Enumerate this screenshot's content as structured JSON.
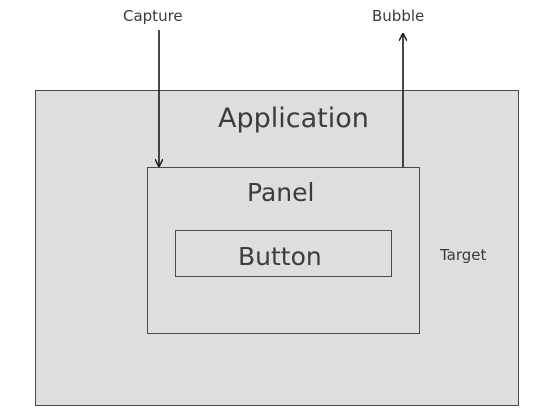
{
  "labels": {
    "capture": "Capture",
    "bubble": "Bubble",
    "target": "Target"
  },
  "boxes": {
    "application": "Application",
    "panel": "Panel",
    "button": "Button"
  },
  "colors": {
    "box_fill": "#dedede",
    "box_border": "#4a4a4a",
    "arrow": "#1a1a1a",
    "text": "#3a3a3a"
  }
}
